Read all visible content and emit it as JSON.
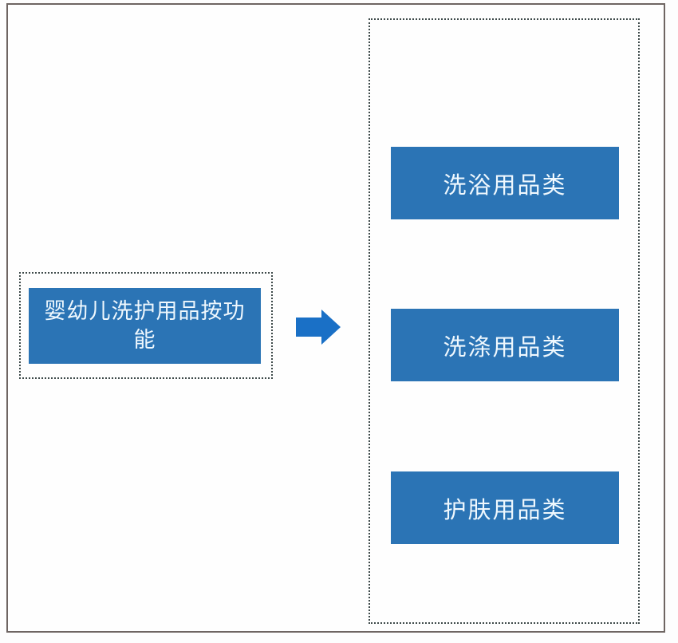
{
  "diagram": {
    "type": "flowchart",
    "direction": "left-to-right",
    "root": {
      "label": "婴幼儿洗护用品按功能"
    },
    "connector": {
      "shape": "block-arrow-right"
    },
    "children": {
      "items": [
        {
          "label": "洗浴用品类"
        },
        {
          "label": "洗涤用品类"
        },
        {
          "label": "护肤用品类"
        }
      ]
    },
    "colors": {
      "node_fill": "#2b74b5",
      "node_text": "#eff8fe",
      "arrow_fill": "#1a70c6",
      "outer_border": "#6e6562",
      "dotted_border": "#3e4a4a",
      "background": "#fefefe"
    }
  }
}
